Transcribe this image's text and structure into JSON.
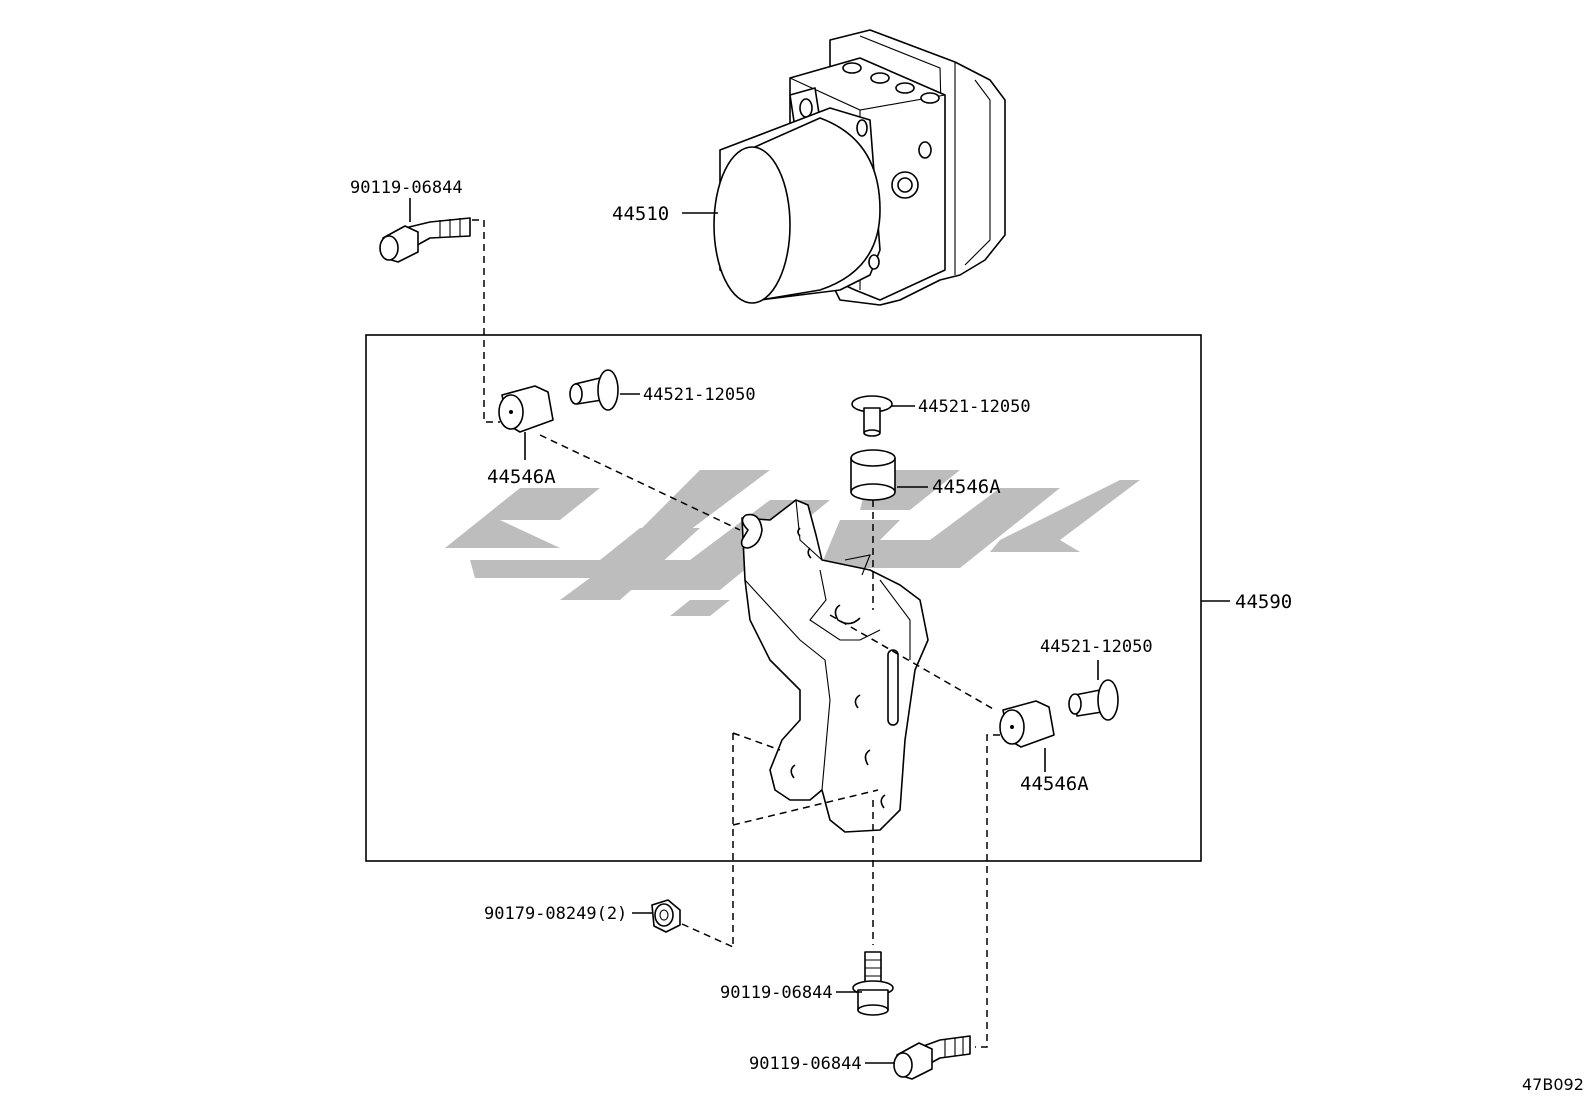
{
  "diagram_id": "47B092",
  "colors": {
    "line": "#000000",
    "watermark": "#bdbdbd",
    "background": "#ffffff"
  },
  "labels": {
    "actuator": "44510",
    "bracket_assembly": "44590",
    "bolt_top_left": "90119-06844",
    "bolt_bottom_center": "90119-06844",
    "bolt_bottom_right": "90119-06844",
    "nut": "90179-08249(2)",
    "collar_left": "44521-12050",
    "collar_center": "44521-12050",
    "collar_right": "44521-12050",
    "cushion_left": "44546A",
    "cushion_center": "44546A",
    "cushion_right": "44546A"
  },
  "watermark": {
    "icon": "brand-logo-watermark"
  }
}
